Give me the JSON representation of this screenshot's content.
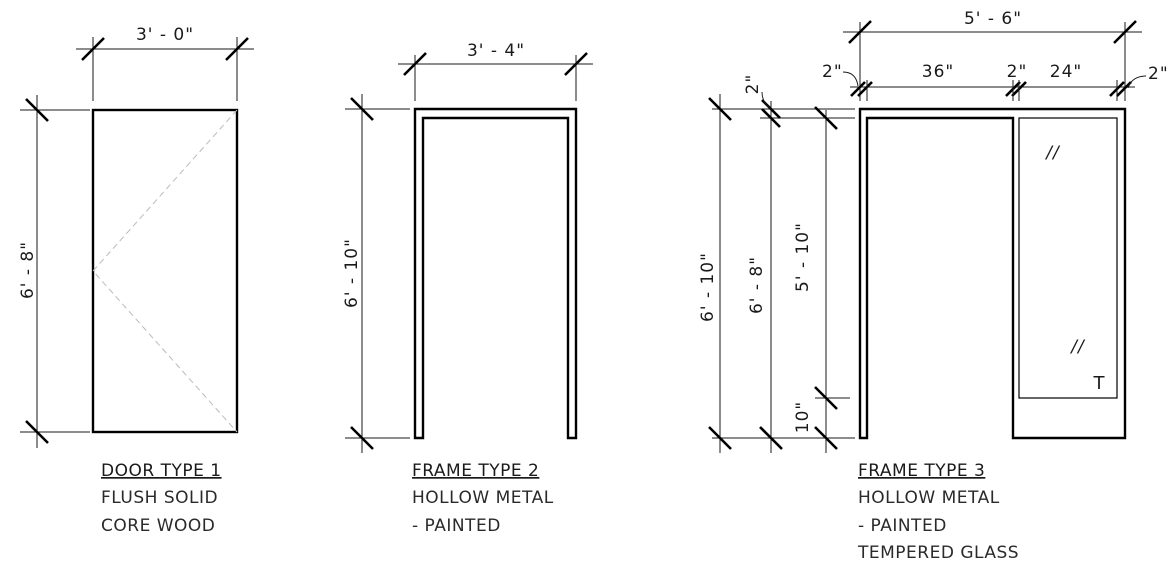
{
  "door_type_1": {
    "title": "DOOR TYPE 1",
    "note_line1": "FLUSH SOLID",
    "note_line2": "CORE WOOD",
    "width_dim": "3' - 0\"",
    "height_dim": "6' - 8\""
  },
  "frame_type_2": {
    "title": "FRAME TYPE 2",
    "note_line1": "HOLLOW METAL",
    "note_line2": "- PAINTED",
    "width_dim": "3' - 4\"",
    "height_dim": "6' - 10\""
  },
  "frame_type_3": {
    "title": "FRAME TYPE 3",
    "note_line1": "HOLLOW METAL",
    "note_line2": "- PAINTED",
    "note_line3": "TEMPERED GLASS",
    "overall_width_dim": "5' - 6\"",
    "left_frame_dim": "2\"",
    "door_width_dim": "36\"",
    "mullion_dim": "2\"",
    "sidelite_width_dim": "24\"",
    "right_frame_dim": "2\"",
    "head_dim": "2\"",
    "overall_height_dim": "6' - 10\"",
    "door_height_dim": "6' - 8\"",
    "glass_height_dim": "5' - 10\"",
    "sill_height_dim": "10\"",
    "glass_mark_1": "//",
    "glass_mark_2": "//",
    "tempered_mark": "T"
  }
}
